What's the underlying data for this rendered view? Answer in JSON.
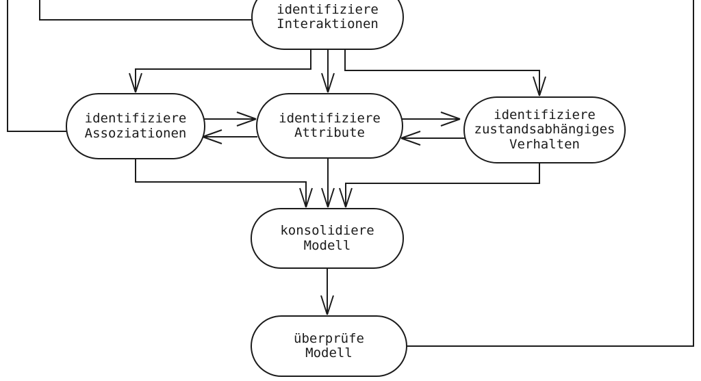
{
  "diagram": {
    "type": "flowchart",
    "colors": {
      "background": "#ffffff",
      "line": "#1b1b1b",
      "node_fill": "#ffffff",
      "text": "#1b1b1b"
    },
    "nodes": {
      "interaktionen": {
        "label": "identifiziere\nInteraktionen"
      },
      "assoziationen": {
        "label": "identifiziere\nAssoziationen"
      },
      "attribute": {
        "label": "identifiziere\nAttribute"
      },
      "verhalten": {
        "label": "identifiziere\nzustandsabhängiges\nVerhalten"
      },
      "konsolidiere": {
        "label": "konsolidiere\nModell"
      },
      "ueberpruefe": {
        "label": "überprüfe\nModell"
      }
    },
    "edges": [
      {
        "id": "feedback-left-to-assoziationen",
        "from": "off-screen top",
        "to": "identifiziere Assoziationen",
        "arrowhead": false
      },
      {
        "id": "feedback-left-to-interaktionen",
        "from": "off-screen top",
        "to": "identifiziere Interaktionen",
        "arrowhead": false
      },
      {
        "id": "interaktionen-to-assoziationen",
        "from": "identifiziere Interaktionen",
        "to": "identifiziere Assoziationen",
        "arrowhead": true
      },
      {
        "id": "interaktionen-to-attribute",
        "from": "identifiziere Interaktionen",
        "to": "identifiziere Attribute",
        "arrowhead": true
      },
      {
        "id": "interaktionen-to-verhalten",
        "from": "identifiziere Interaktionen",
        "to": "identifiziere zustandsabhängiges Verhalten",
        "arrowhead": true
      },
      {
        "id": "assoziationen-to-attribute",
        "from": "identifiziere Assoziationen",
        "to": "identifiziere Attribute",
        "arrowhead": true
      },
      {
        "id": "attribute-to-assoziationen",
        "from": "identifiziere Attribute",
        "to": "identifiziere Assoziationen",
        "arrowhead": true
      },
      {
        "id": "attribute-to-verhalten",
        "from": "identifiziere Attribute",
        "to": "identifiziere zustandsabhängiges Verhalten",
        "arrowhead": true
      },
      {
        "id": "verhalten-to-attribute",
        "from": "identifiziere zustandsabhängiges Verhalten",
        "to": "identifiziere Attribute",
        "arrowhead": true
      },
      {
        "id": "assoziationen-to-konsolidiere",
        "from": "identifiziere Assoziationen",
        "to": "konsolidiere Modell",
        "arrowhead": true
      },
      {
        "id": "attribute-to-konsolidiere",
        "from": "identifiziere Attribute",
        "to": "konsolidiere Modell",
        "arrowhead": true
      },
      {
        "id": "verhalten-to-konsolidiere",
        "from": "identifiziere zustandsabhängiges Verhalten",
        "to": "konsolidiere Modell",
        "arrowhead": true
      },
      {
        "id": "konsolidiere-to-ueberpruefe",
        "from": "konsolidiere Modell",
        "to": "überprüfe Modell",
        "arrowhead": true
      },
      {
        "id": "ueberpruefe-feedback-right",
        "from": "überprüfe Modell",
        "to": "off-screen top",
        "arrowhead": false
      }
    ]
  }
}
